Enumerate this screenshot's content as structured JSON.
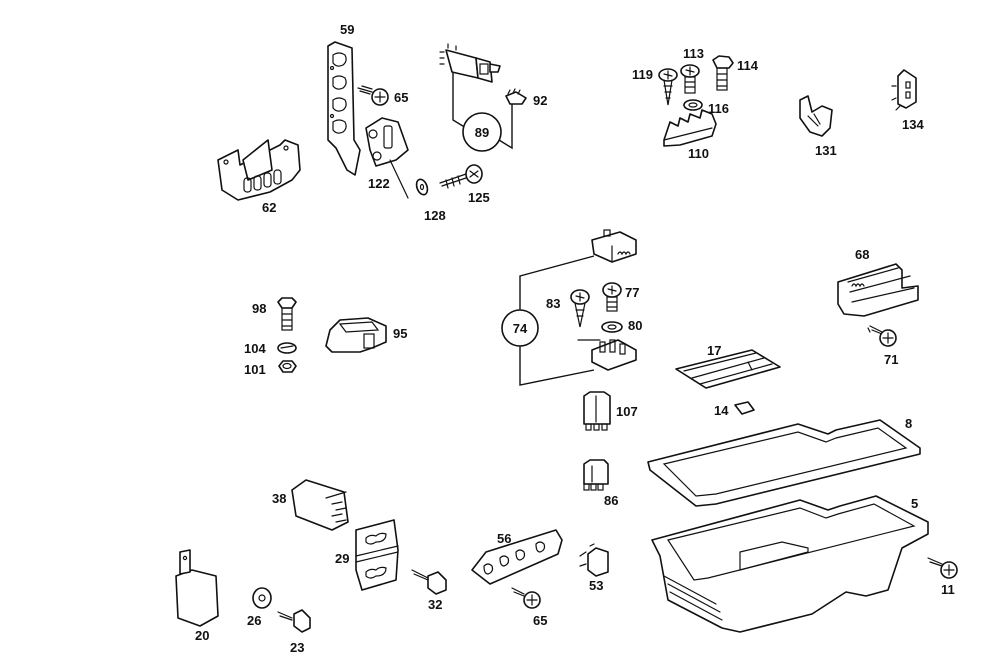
{
  "diagram": {
    "type": "exploded-parts-diagram",
    "background": "#ffffff",
    "line_color": "#111111",
    "callouts": [
      {
        "id": "p59",
        "label": "59"
      },
      {
        "id": "p65a",
        "label": "65"
      },
      {
        "id": "p62",
        "label": "62"
      },
      {
        "id": "p122",
        "label": "122"
      },
      {
        "id": "p128",
        "label": "128"
      },
      {
        "id": "p125",
        "label": "125"
      },
      {
        "id": "p92",
        "label": "92"
      },
      {
        "id": "p113",
        "label": "113"
      },
      {
        "id": "p114",
        "label": "114"
      },
      {
        "id": "p119",
        "label": "119"
      },
      {
        "id": "p116",
        "label": "116"
      },
      {
        "id": "p110",
        "label": "110"
      },
      {
        "id": "p131",
        "label": "131"
      },
      {
        "id": "p134",
        "label": "134"
      },
      {
        "id": "p98",
        "label": "98"
      },
      {
        "id": "p95",
        "label": "95"
      },
      {
        "id": "p104",
        "label": "104"
      },
      {
        "id": "p101",
        "label": "101"
      },
      {
        "id": "p83",
        "label": "83"
      },
      {
        "id": "p77",
        "label": "77"
      },
      {
        "id": "p80",
        "label": "80"
      },
      {
        "id": "p107",
        "label": "107"
      },
      {
        "id": "p68",
        "label": "68"
      },
      {
        "id": "p71",
        "label": "71"
      },
      {
        "id": "p17",
        "label": "17"
      },
      {
        "id": "p14",
        "label": "14"
      },
      {
        "id": "p8",
        "label": "8"
      },
      {
        "id": "p5",
        "label": "5"
      },
      {
        "id": "p11",
        "label": "11"
      },
      {
        "id": "p86",
        "label": "86"
      },
      {
        "id": "p38",
        "label": "38"
      },
      {
        "id": "p29",
        "label": "29"
      },
      {
        "id": "p56",
        "label": "56"
      },
      {
        "id": "p53",
        "label": "53"
      },
      {
        "id": "p20",
        "label": "20"
      },
      {
        "id": "p26",
        "label": "26"
      },
      {
        "id": "p23",
        "label": "23"
      },
      {
        "id": "p32",
        "label": "32"
      },
      {
        "id": "p65b",
        "label": "65"
      }
    ],
    "groups": [
      {
        "id": "g89",
        "label": "89"
      },
      {
        "id": "g74",
        "label": "74"
      }
    ]
  }
}
